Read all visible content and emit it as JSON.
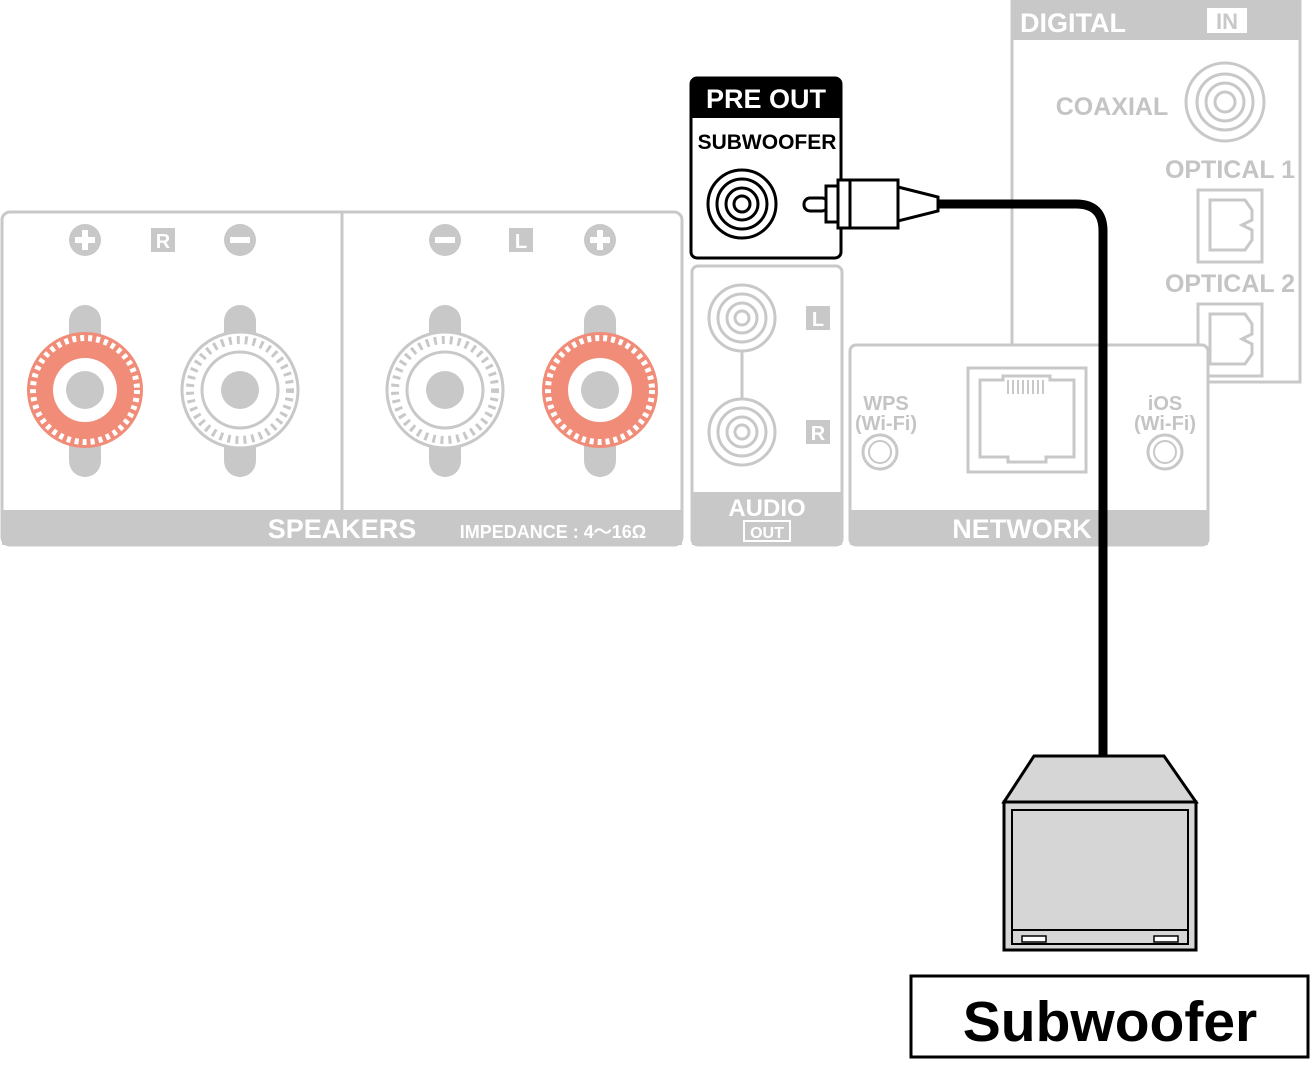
{
  "colors": {
    "panel_line": "#c8c8c8",
    "panel_fill": "#e8e8e8",
    "label_gray": "#c4c4c4",
    "active_red": "#f08c78",
    "ink": "#000000",
    "white": "#ffffff",
    "box_gray": "#d6d6d6"
  },
  "icons": [
    "plus-icon",
    "minus-icon",
    "rca-jack-icon",
    "optical-jack-icon",
    "ethernet-port-icon",
    "speaker-terminal-icon",
    "rca-plug-icon",
    "subwoofer-icon"
  ],
  "digital": {
    "header": "DIGITAL",
    "in_badge": "IN",
    "coaxial": "COAXIAL",
    "optical1": "OPTICAL 1",
    "optical2": "OPTICAL 2"
  },
  "preout": {
    "header": "PRE OUT",
    "subwoofer": "SUBWOOFER"
  },
  "speakers": {
    "label": "SPEAKERS",
    "impedance": "IMPEDANCE : 4～16Ω",
    "right_badge": "R",
    "left_badge": "L"
  },
  "audio_out": {
    "label": "AUDIO",
    "out_badge": "OUT",
    "l_badge": "L",
    "r_badge": "R"
  },
  "network": {
    "label": "NETWORK",
    "wps_line1": "WPS",
    "wps_line2": "(Wi-Fi)",
    "ios_line1": "iOS",
    "ios_line2": "(Wi-Fi)"
  },
  "subwoofer_label": "Subwoofer"
}
